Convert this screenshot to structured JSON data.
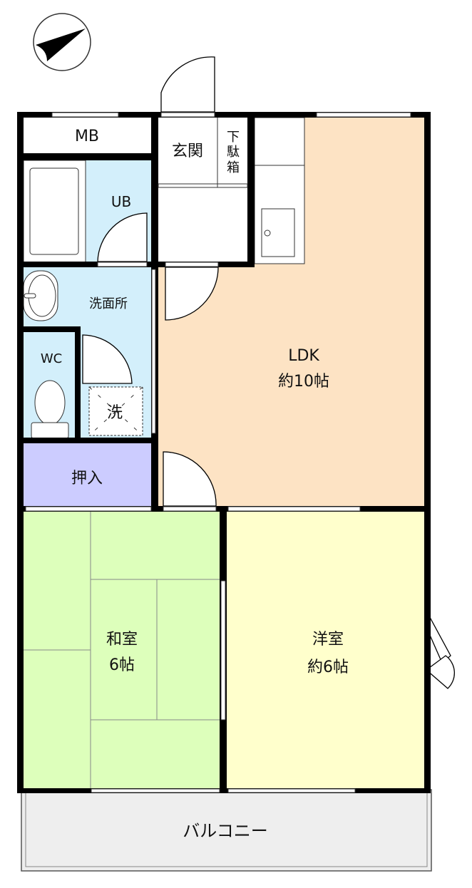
{
  "plan": {
    "rooms": {
      "mb": "MB",
      "genkan": "玄関",
      "getabako": [
        "下",
        "駄",
        "箱"
      ],
      "ub": "UB",
      "senmenjo": "洗面所",
      "wc": "WC",
      "washer": "洗",
      "oshiire": "押入",
      "ldk": {
        "name": "LDK",
        "size": "約10帖"
      },
      "washitsu": {
        "name": "和室",
        "size": "6帖"
      },
      "youshitsu": {
        "name": "洋室",
        "size": "約6帖"
      },
      "balcony": "バルコニー"
    },
    "colors": {
      "wall": "#000000",
      "water": "#d3effb",
      "ldk": "#fde3c4",
      "oshiire": "#ccccff",
      "washitsu": "#ddffbb",
      "youshitsu": "#ffffcc",
      "balcony": "#eeeeee"
    }
  }
}
